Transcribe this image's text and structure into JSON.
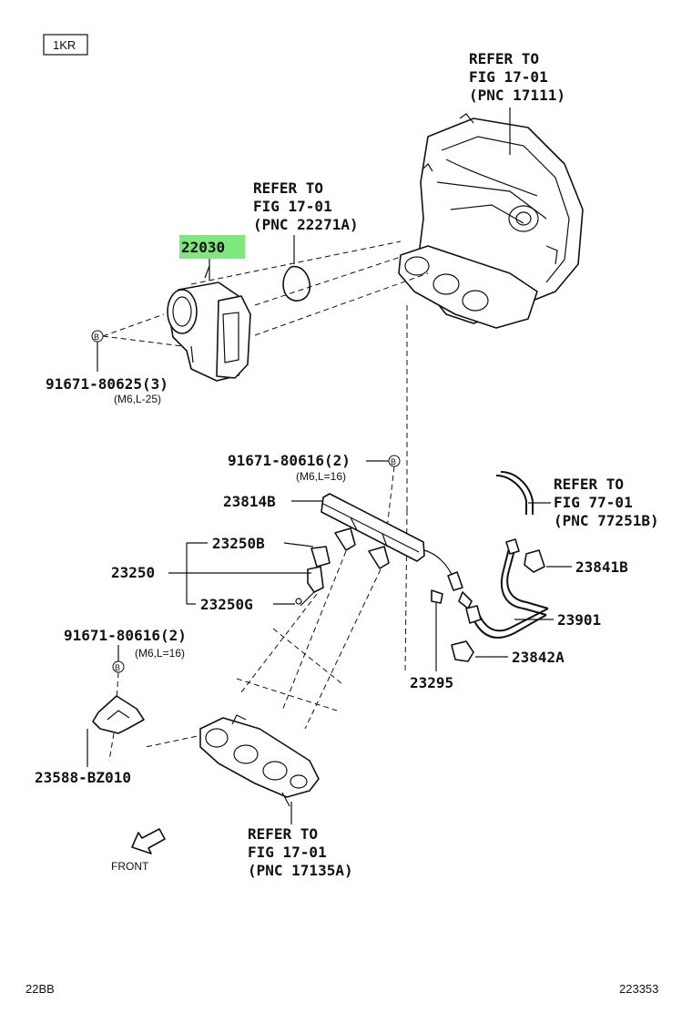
{
  "engine_code": "1KR",
  "highlight_color": "#7ee87e",
  "labels": {
    "ref_top": [
      "REFER TO",
      "FIG 17-01",
      "(PNC 17111)"
    ],
    "ref_gasket": [
      "REFER TO",
      "FIG 17-01",
      "(PNC 22271A)"
    ],
    "ref_hose": [
      "REFER TO",
      "FIG 77-01",
      "(PNC 77251B)"
    ],
    "ref_bottom": [
      "REFER TO",
      "FIG 17-01",
      "(PNC 17135A)"
    ],
    "throttle_body": "22030",
    "bolt_throttle": "91671-80625(3)",
    "bolt_throttle_spec": "(M6,L-25)",
    "bolt_rail": "91671-80616(2)",
    "bolt_rail_spec": "(M6,L=16)",
    "rail": "23814B",
    "injector_upper": "23250B",
    "injector": "23250",
    "injector_lower": "23250G",
    "clamp": "23841B",
    "fuel_tube": "23901",
    "clip": "23842A",
    "spacer": "23295",
    "bolt_bracket": "91671-80616(2)",
    "bolt_bracket_spec": "(M6,L=16)",
    "bracket": "23588-BZ010",
    "front": "FRONT",
    "bolt_marker": "B",
    "footer_left": "22BB",
    "footer_right": "223353"
  }
}
